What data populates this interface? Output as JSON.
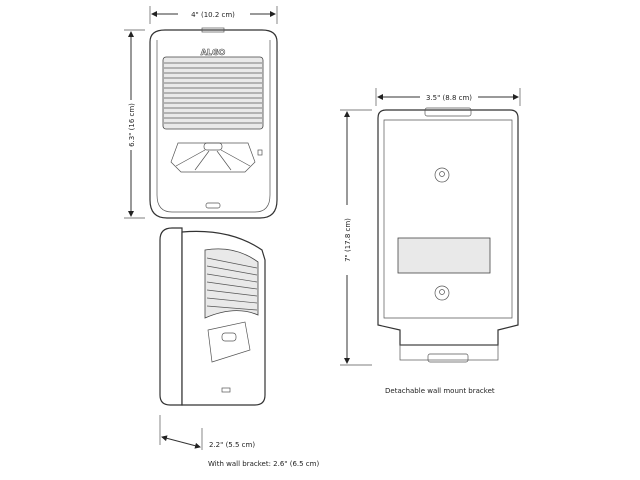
{
  "front_view": {
    "logo": "ALGO",
    "width_label": "4\" (10.2 cm)",
    "height_label": "6.3\" (16 cm)"
  },
  "side_view": {
    "depth_label": "2.2\" (5.5 cm)",
    "bracket_depth_label": "With wall bracket: 2.6\" (6.5 cm)"
  },
  "bracket_view": {
    "width_label": "3.5\" (8.8 cm)",
    "height_label": "7\" (17.8 cm)",
    "caption": "Detachable wall mount bracket"
  }
}
